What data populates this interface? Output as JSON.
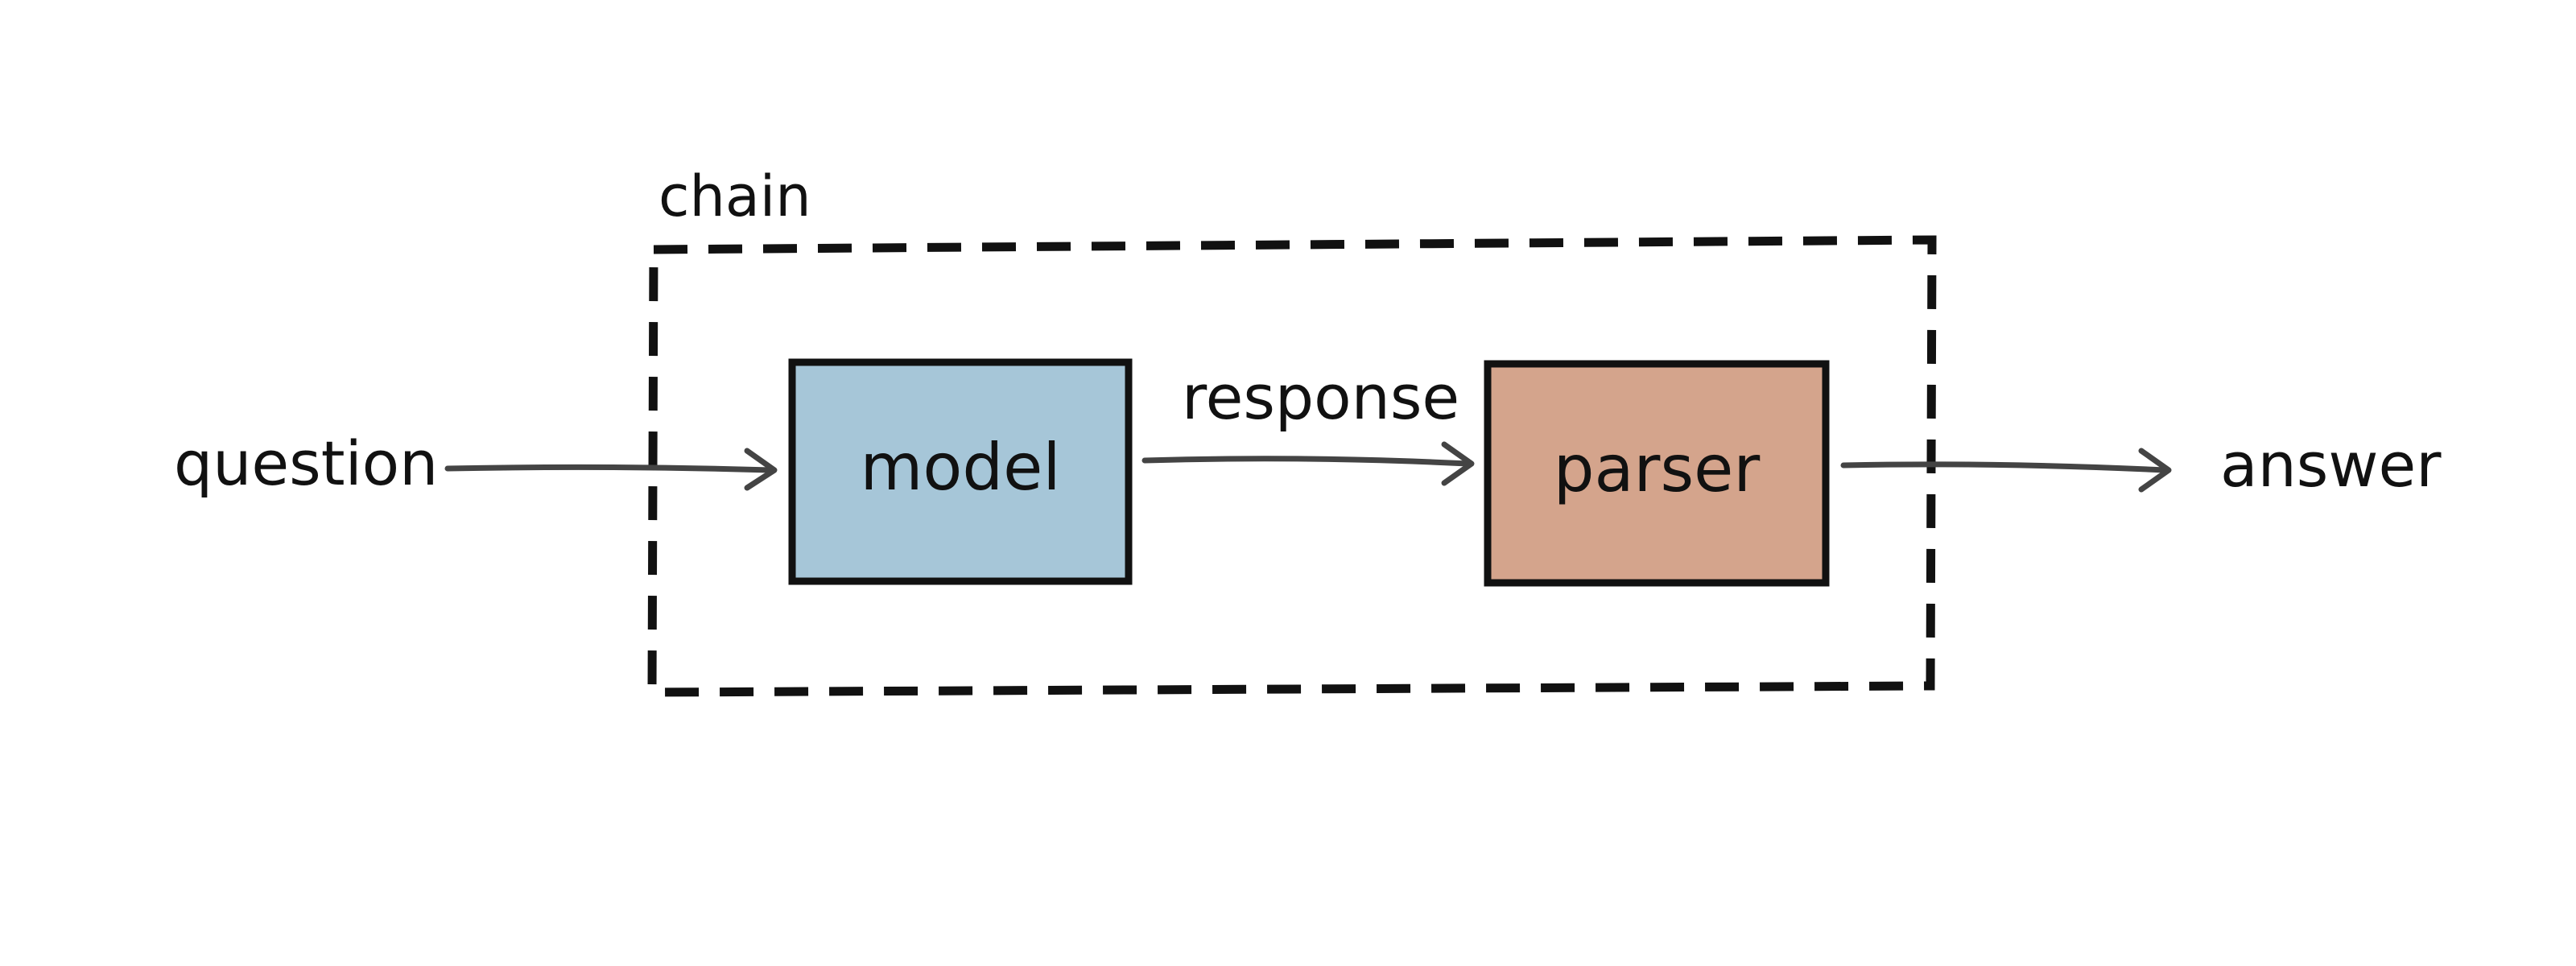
{
  "container": {
    "label": "chain"
  },
  "nodes": {
    "model": {
      "label": "model",
      "fill": "#a6c6d8"
    },
    "parser": {
      "label": "parser",
      "fill": "#d4a48c"
    }
  },
  "inputs": {
    "question": "question"
  },
  "outputs": {
    "answer": "answer"
  },
  "edges": {
    "response": "response"
  },
  "colors": {
    "stroke": "#111111",
    "arrow": "#444444",
    "background": "#ffffff"
  }
}
